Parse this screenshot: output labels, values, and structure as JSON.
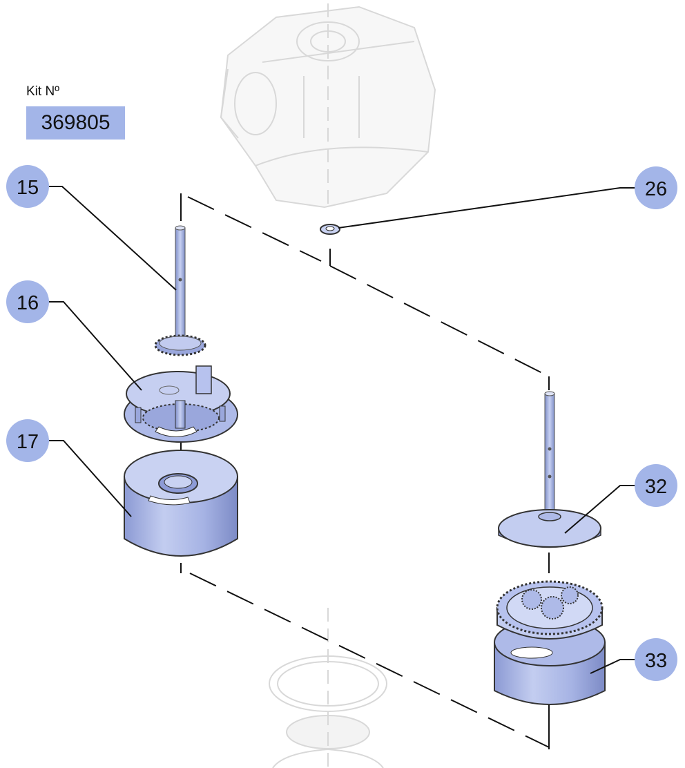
{
  "kit": {
    "label": "Kit Nº",
    "number": "369805"
  },
  "callouts": [
    {
      "id": "15",
      "label": "15"
    },
    {
      "id": "16",
      "label": "16"
    },
    {
      "id": "17",
      "label": "17"
    },
    {
      "id": "26",
      "label": "26"
    },
    {
      "id": "32",
      "label": "32"
    },
    {
      "id": "33",
      "label": "33"
    }
  ],
  "colors": {
    "callout_fill": "#a3b5e8",
    "part_fill": "#b8c4ec",
    "part_shadow": "#7f8fc8",
    "ghost": "#dcdcdc",
    "line": "#111111"
  }
}
